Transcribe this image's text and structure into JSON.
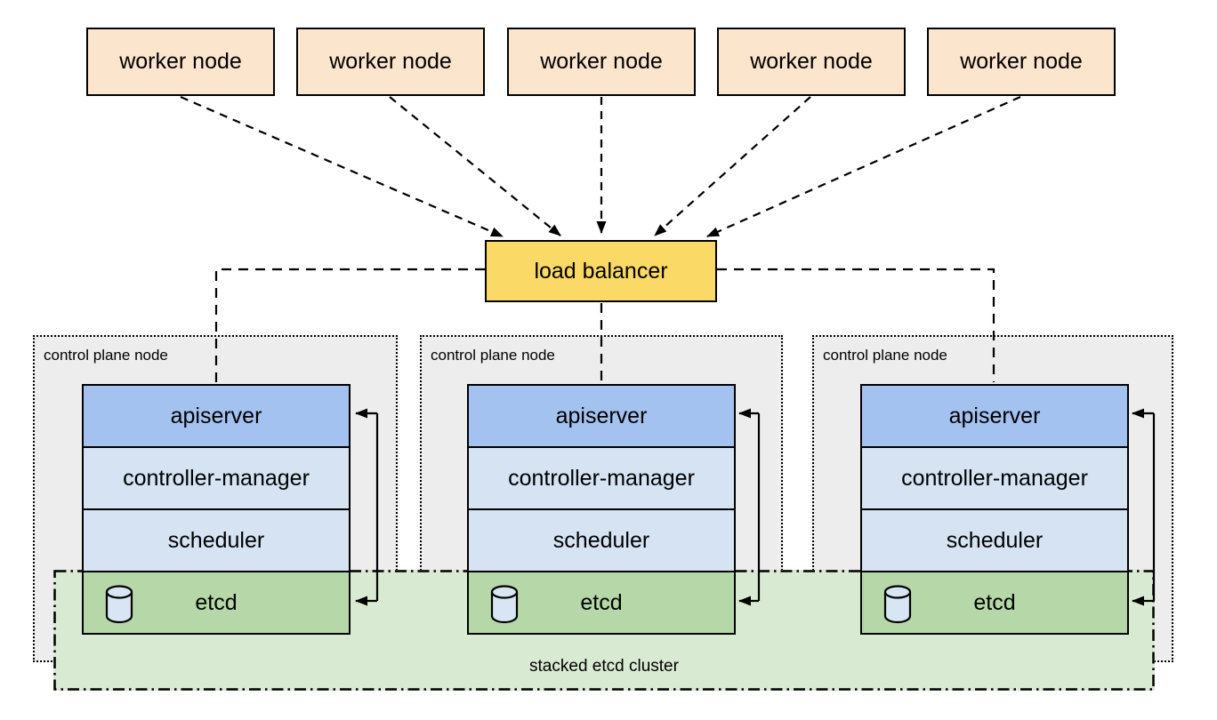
{
  "diagram": {
    "workers": [
      {
        "label": "worker node"
      },
      {
        "label": "worker node"
      },
      {
        "label": "worker node"
      },
      {
        "label": "worker node"
      },
      {
        "label": "worker node"
      }
    ],
    "load_balancer": {
      "label": "load balancer"
    },
    "control_plane_nodes": [
      {
        "label": "control plane node"
      },
      {
        "label": "control plane node"
      },
      {
        "label": "control plane node"
      }
    ],
    "components": {
      "apiserver": "apiserver",
      "controller_manager": "controller-manager",
      "scheduler": "scheduler",
      "etcd": "etcd"
    },
    "etcd_cluster": {
      "label": "stacked etcd cluster"
    },
    "colors": {
      "worker_fill": "#fce5cd",
      "load_balancer_fill": "#fbd966",
      "control_plane_fill": "#ededed",
      "apiserver_fill": "#a4c2f0",
      "component_fill": "#d5e3f3",
      "etcd_fill": "#b6d7a8",
      "etcd_cluster_fill": "#d9ead3",
      "cylinder_fill": "#d8e6f3",
      "line_color": "#000000"
    }
  }
}
